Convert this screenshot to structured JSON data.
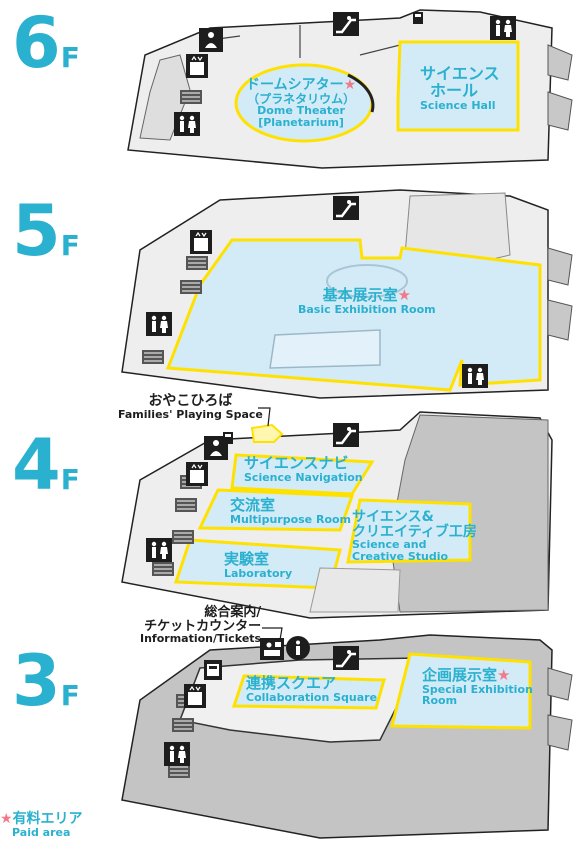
{
  "floors": [
    {
      "number": "6",
      "suffix": "F"
    },
    {
      "number": "5",
      "suffix": "F"
    },
    {
      "number": "4",
      "suffix": "F"
    },
    {
      "number": "3",
      "suffix": "F"
    }
  ],
  "rooms": {
    "dome_theater": {
      "jp_line1": "ドームシアター",
      "jp_line2": "（プラネタリウム）",
      "en_line1": "Dome Theater",
      "en_line2": "[Planetarium]",
      "paid": true
    },
    "science_hall": {
      "jp_line1": "サイエンス",
      "jp_line2": "ホール",
      "en": "Science Hall",
      "paid": false
    },
    "basic_exhibition": {
      "jp": "基本展示室",
      "en": "Basic Exhibition Room",
      "paid": true
    },
    "families_space": {
      "jp": "おやこひろば",
      "en": "Families' Playing Space"
    },
    "science_navigation": {
      "jp": "サイエンスナビ",
      "en": "Science Navigation"
    },
    "multipurpose": {
      "jp": "交流室",
      "en": "Multipurpose Room"
    },
    "creative_studio": {
      "jp_line1": "サイエンス&",
      "jp_line2": "クリエイティブ工房",
      "en_line1": "Science and",
      "en_line2": "Creative Studio"
    },
    "laboratory": {
      "jp": "実験室",
      "en": "Laboratory"
    },
    "information": {
      "jp_line1": "総合案内/",
      "jp_line2": "チケットカウンター",
      "en": "Information/Tickets"
    },
    "collaboration": {
      "jp": "連携スクエア",
      "en": "Collaboration Square"
    },
    "special_exhibition": {
      "jp": "企画展示室",
      "en_line1": "Special Exhibition",
      "en_line2": "Room",
      "paid": true
    }
  },
  "legend": {
    "star": "★",
    "jp": "有料エリア",
    "en": "Paid area"
  },
  "colors": {
    "accent": "#2ab1cf",
    "room_fill": "#d3eaf7",
    "room_border": "#ffe100",
    "floor_fill": "#ebebeb",
    "dark_floor": "#c8c8c8",
    "paid_star": "#f07a8a"
  },
  "icons": [
    "escalator-icon",
    "elevator-icon",
    "restroom-icon",
    "nursing-room-icon",
    "information-icon",
    "ticket-counter-icon",
    "locker-icon"
  ]
}
